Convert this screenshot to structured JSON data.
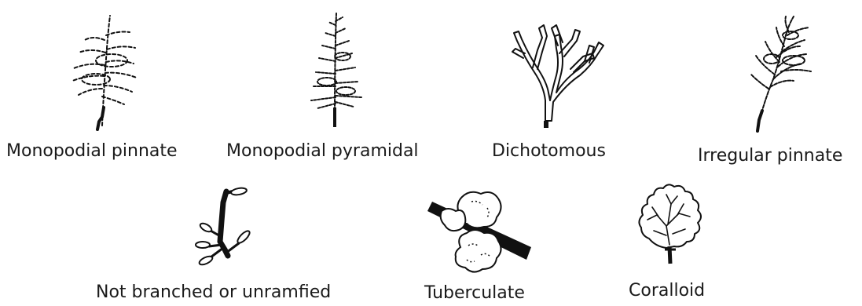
{
  "diagram": {
    "items": [
      {
        "label": "Monopodial pinnate",
        "icon": "monopodial-pinnate-icon"
      },
      {
        "label": "Monopodial pyramidal",
        "icon": "monopodial-pyramidal-icon"
      },
      {
        "label": "Dichotomous",
        "icon": "dichotomous-icon"
      },
      {
        "label": "Irregular pinnate",
        "icon": "irregular-pinnate-icon"
      },
      {
        "label": "Not branched or unramfied",
        "icon": "unbranched-icon"
      },
      {
        "label": "Tuberculate",
        "icon": "tuberculate-icon"
      },
      {
        "label": "Coralloid",
        "icon": "coralloid-icon"
      }
    ]
  }
}
